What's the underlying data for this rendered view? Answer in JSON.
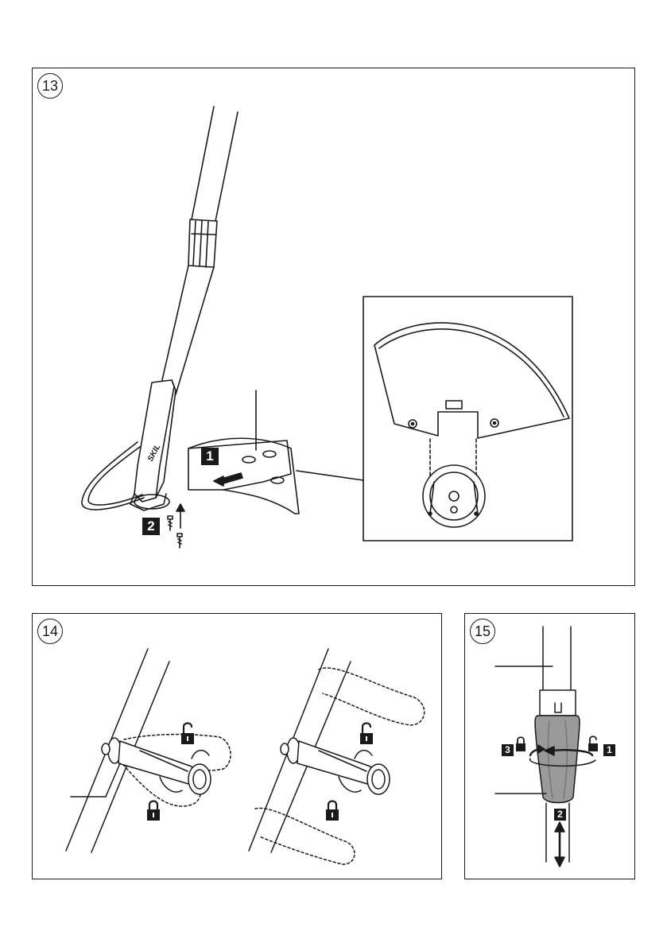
{
  "figures": {
    "fig13": {
      "number": "13",
      "steps": {
        "step1": "1",
        "step2": "2"
      }
    },
    "fig14": {
      "number": "14"
    },
    "fig15": {
      "number": "15",
      "steps": {
        "step1": "1",
        "step2": "2",
        "step3": "3"
      }
    }
  },
  "brand_logo_text": "SKIL",
  "colors": {
    "line": "#1a1a1a",
    "knob_fill": "#9a9a9a",
    "step_box": "#1a1a1a",
    "step_text": "#ffffff"
  }
}
